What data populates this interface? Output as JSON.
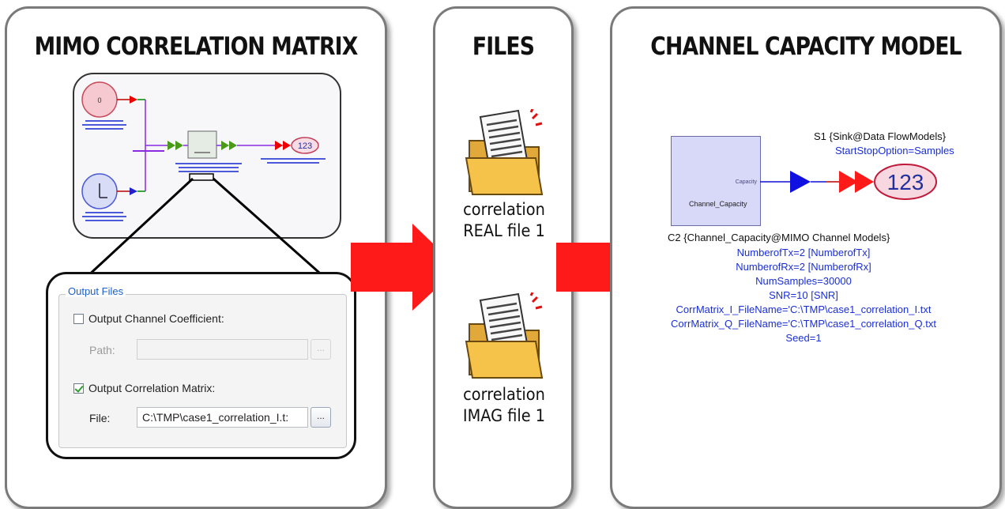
{
  "panels": {
    "left_title": "MIMO CORRELATION MATRIX",
    "middle_title": "FILES",
    "right_title": "CHANNEL CAPACITY MODEL"
  },
  "mini_schematic": {
    "sink_value": "123"
  },
  "output_files": {
    "legend": "Output Files",
    "channel_coeff_label": "Output Channel Coefficient:",
    "channel_coeff_checked": false,
    "path_label": "Path:",
    "path_value": "",
    "browse_label": "...",
    "correlation_label": "Output Correlation Matrix:",
    "correlation_checked": true,
    "file_label": "File:",
    "file_value": "C:\\TMP\\case1_correlation_I.t:"
  },
  "files": [
    {
      "line1": "correlation",
      "line2": "REAL file 1",
      "icon": "folder-document-icon"
    },
    {
      "line1": "correlation",
      "line2": "IMAG file 1",
      "icon": "folder-document-icon"
    }
  ],
  "capacity_model": {
    "block_port_label": "Capacity",
    "block_name": "Channel_Capacity",
    "sink_value": "123",
    "sink_title": "S1 {Sink@Data FlowModels}",
    "sink_param": "StartStopOption=Samples",
    "component_title": "C2 {Channel_Capacity@MIMO Channel Models}",
    "params": [
      "NumberofTx=2 [NumberofTx]",
      "NumberofRx=2 [NumberofRx]",
      "NumSamples=30000",
      "SNR=10 [SNR]",
      "CorrMatrix_I_FileName='C:\\TMP\\case1_correlation_I.txt",
      "CorrMatrix_Q_FileName='C:\\TMP\\case1_correlation_Q.txt",
      "Seed=1"
    ]
  },
  "colors": {
    "arrow_red": "#ff1a1a",
    "param_blue": "#1a2fd8",
    "block_fill": "#d8d8f8",
    "sink_fill": "#f8d8e0"
  }
}
